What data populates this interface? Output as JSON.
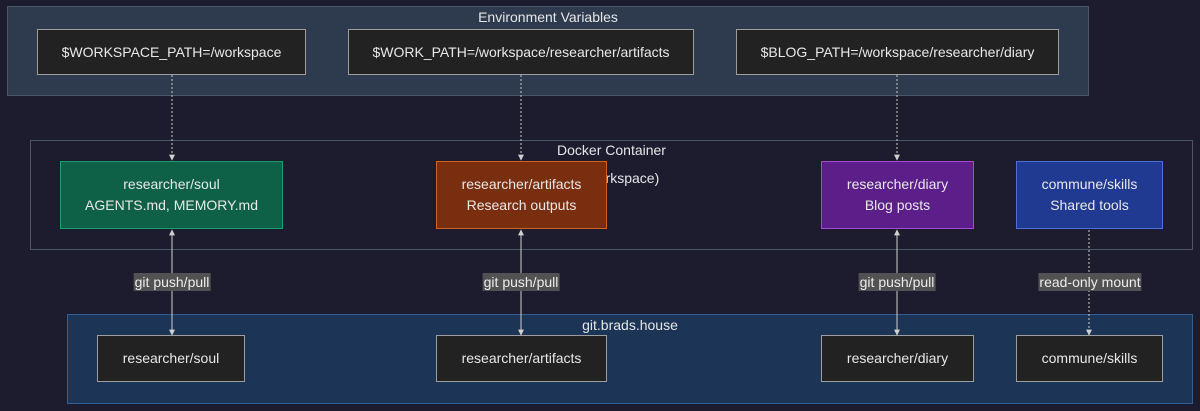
{
  "groups": {
    "env": "Environment Variables",
    "docker": "Docker Container",
    "docker_sub": "(workspace)",
    "git": "git.brads.house"
  },
  "env_vars": [
    "$WORKSPACE_PATH=/workspace",
    "$WORK_PATH=/workspace/researcher/artifacts",
    "$BLOG_PATH=/workspace/researcher/diary"
  ],
  "container_nodes": [
    {
      "title": "researcher/soul",
      "subtitle": "AGENTS.md, MEMORY.md",
      "color": "#0e6146"
    },
    {
      "title": "researcher/artifacts",
      "subtitle": "Research outputs",
      "color": "#7a2e10"
    },
    {
      "title": "researcher/diary",
      "subtitle": "Blog posts",
      "color": "#5c1f8a"
    },
    {
      "title": "commune/skills",
      "subtitle": "Shared tools",
      "color": "#203a92"
    }
  ],
  "git_nodes": [
    "researcher/soul",
    "researcher/artifacts",
    "researcher/diary",
    "commune/skills"
  ],
  "edge_labels": [
    "git push/pull",
    "git push/pull",
    "git push/pull",
    "read-only mount"
  ]
}
